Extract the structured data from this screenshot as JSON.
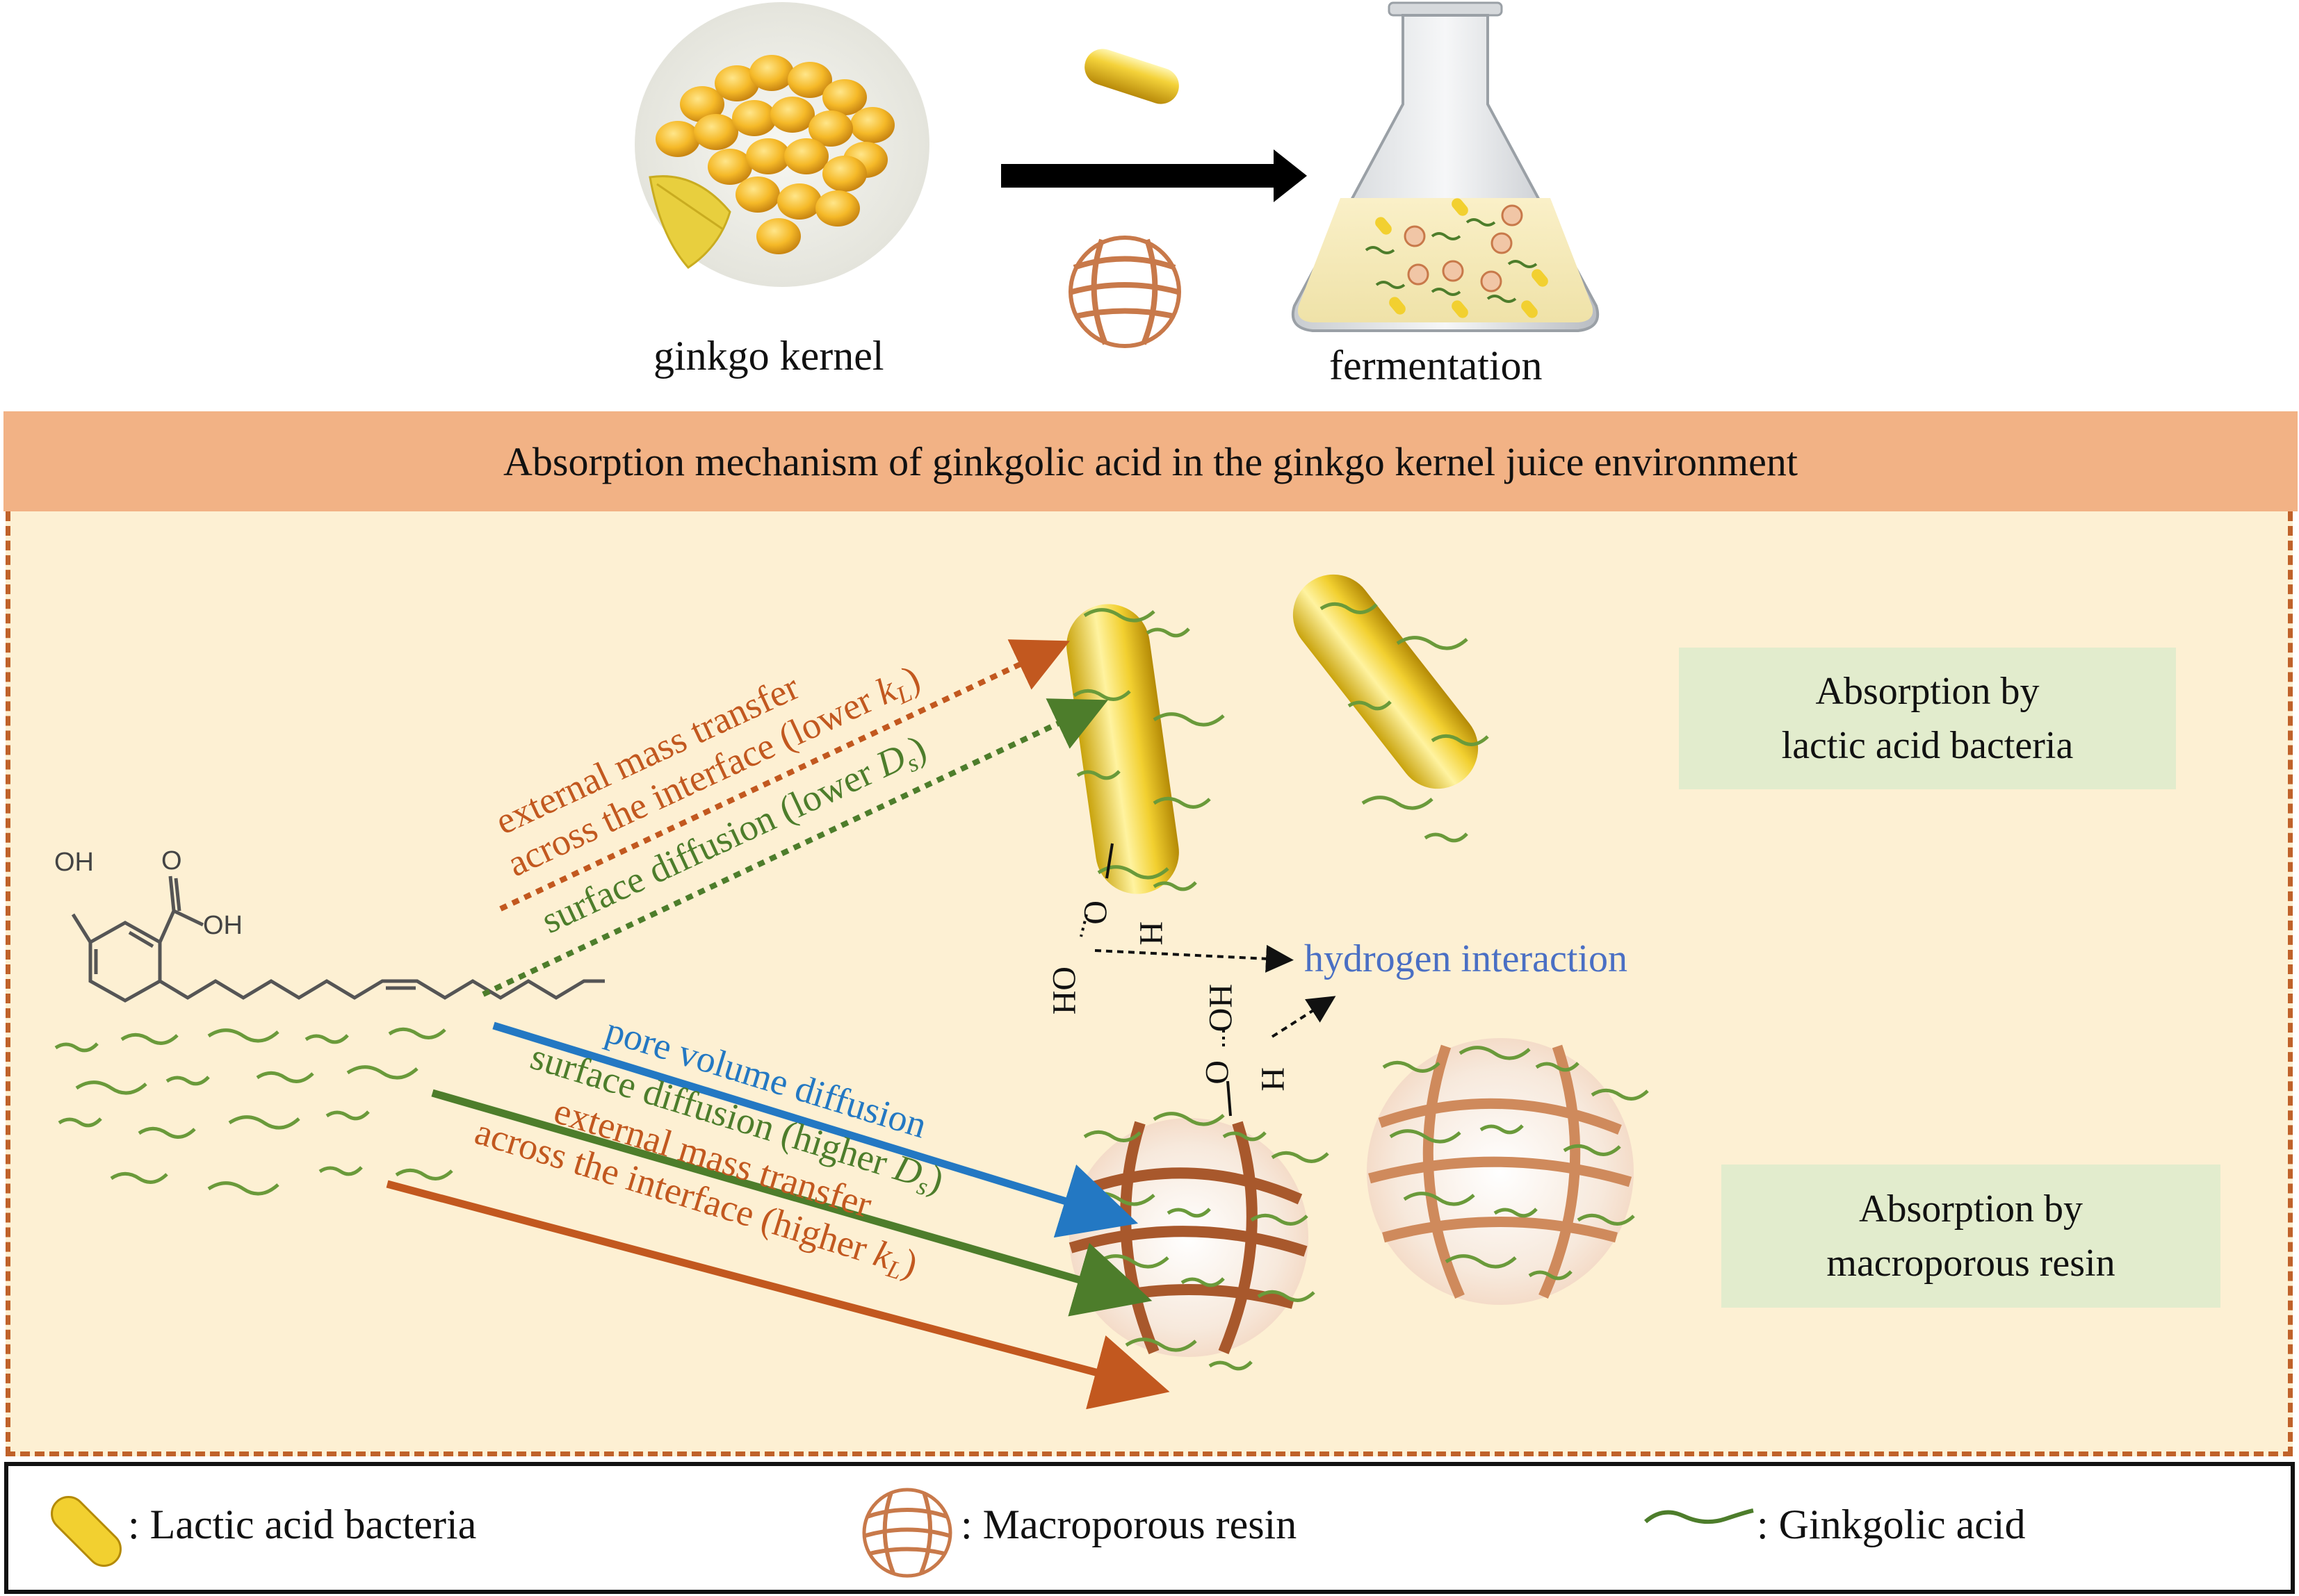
{
  "top": {
    "kernel_label": "ginkgo kernel",
    "fermentation_label": "fermentation"
  },
  "banner": {
    "title": "Absorption mechanism of ginkgolic acid in the ginkgo kernel juice environment"
  },
  "boxes": {
    "lab": {
      "line1": "Absorption by",
      "line2": "lactic acid bacteria"
    },
    "resin": {
      "line1": "Absorption by",
      "line2": "macroporous resin"
    }
  },
  "molecule": {
    "oh_label": "OH",
    "cooh_o_label": "O",
    "cooh_oh_label": "OH"
  },
  "paths_lower": {
    "ext_line1": "external mass transfer",
    "ext_line2_prefix": "across the interface (lower ",
    "ext_var": "k",
    "ext_sub": "L",
    "ext_suffix": ")",
    "surf_prefix": "surface diffusion (lower ",
    "surf_var": "D",
    "surf_sub": "s",
    "surf_suffix": ")"
  },
  "paths_higher": {
    "pore": "pore volume diffusion",
    "surf_prefix": "surface diffusion (higher ",
    "surf_var": "D",
    "surf_sub": "s",
    "surf_suffix": ")",
    "ext_line1": "external mass transfer",
    "ext_line2_prefix": "across the interface (higher ",
    "ext_var": "k",
    "ext_sub": "L",
    "ext_suffix": ")"
  },
  "hydrogen": {
    "label": "hydrogen interaction",
    "upper_o": "O",
    "upper_h": "H",
    "upper_oh": "OH",
    "lower_o": "O",
    "lower_h": "H",
    "lower_ho": "HO"
  },
  "legend": {
    "lab": ": Lactic acid bacteria",
    "resin": ": Macroporous resin",
    "acid": ": Ginkgolic acid"
  },
  "colors": {
    "orange": "#c2581f",
    "green": "#4d7d2b",
    "blue": "#2378c3",
    "hydrogen_text": "#4a6fc4",
    "banner": "#f2b285",
    "panel": "#fdf0d3",
    "box": "#e2eccd",
    "acid_squiggle": "#6a9a3a"
  },
  "icons": [
    "ginkgo-kernel-photo",
    "lactic-acid-bacteria-capsule",
    "macroporous-resin-ball",
    "erlenmeyer-flask",
    "ginkgolic-acid-molecule",
    "ginkgolic-acid-squiggle",
    "process-arrow"
  ]
}
